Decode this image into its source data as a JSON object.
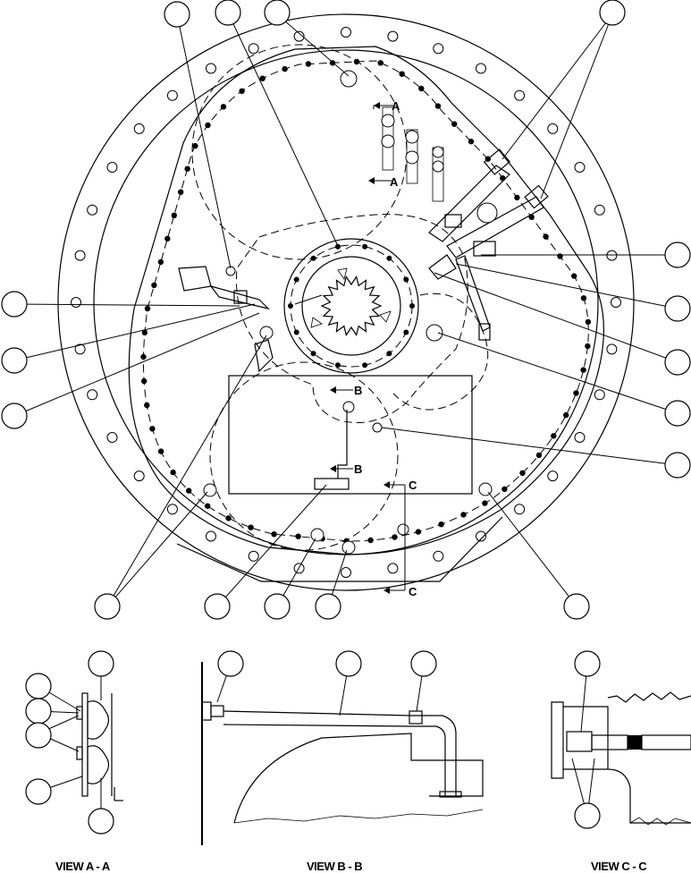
{
  "section_markers": {
    "a_top": "A",
    "a_bottom": "A",
    "b_top": "B",
    "b_bottom": "B",
    "c_top": "C",
    "c_bottom": "C"
  },
  "views": {
    "view_a": "VIEW A - A",
    "view_b": "VIEW B - B",
    "view_c": "VIEW C - C"
  }
}
